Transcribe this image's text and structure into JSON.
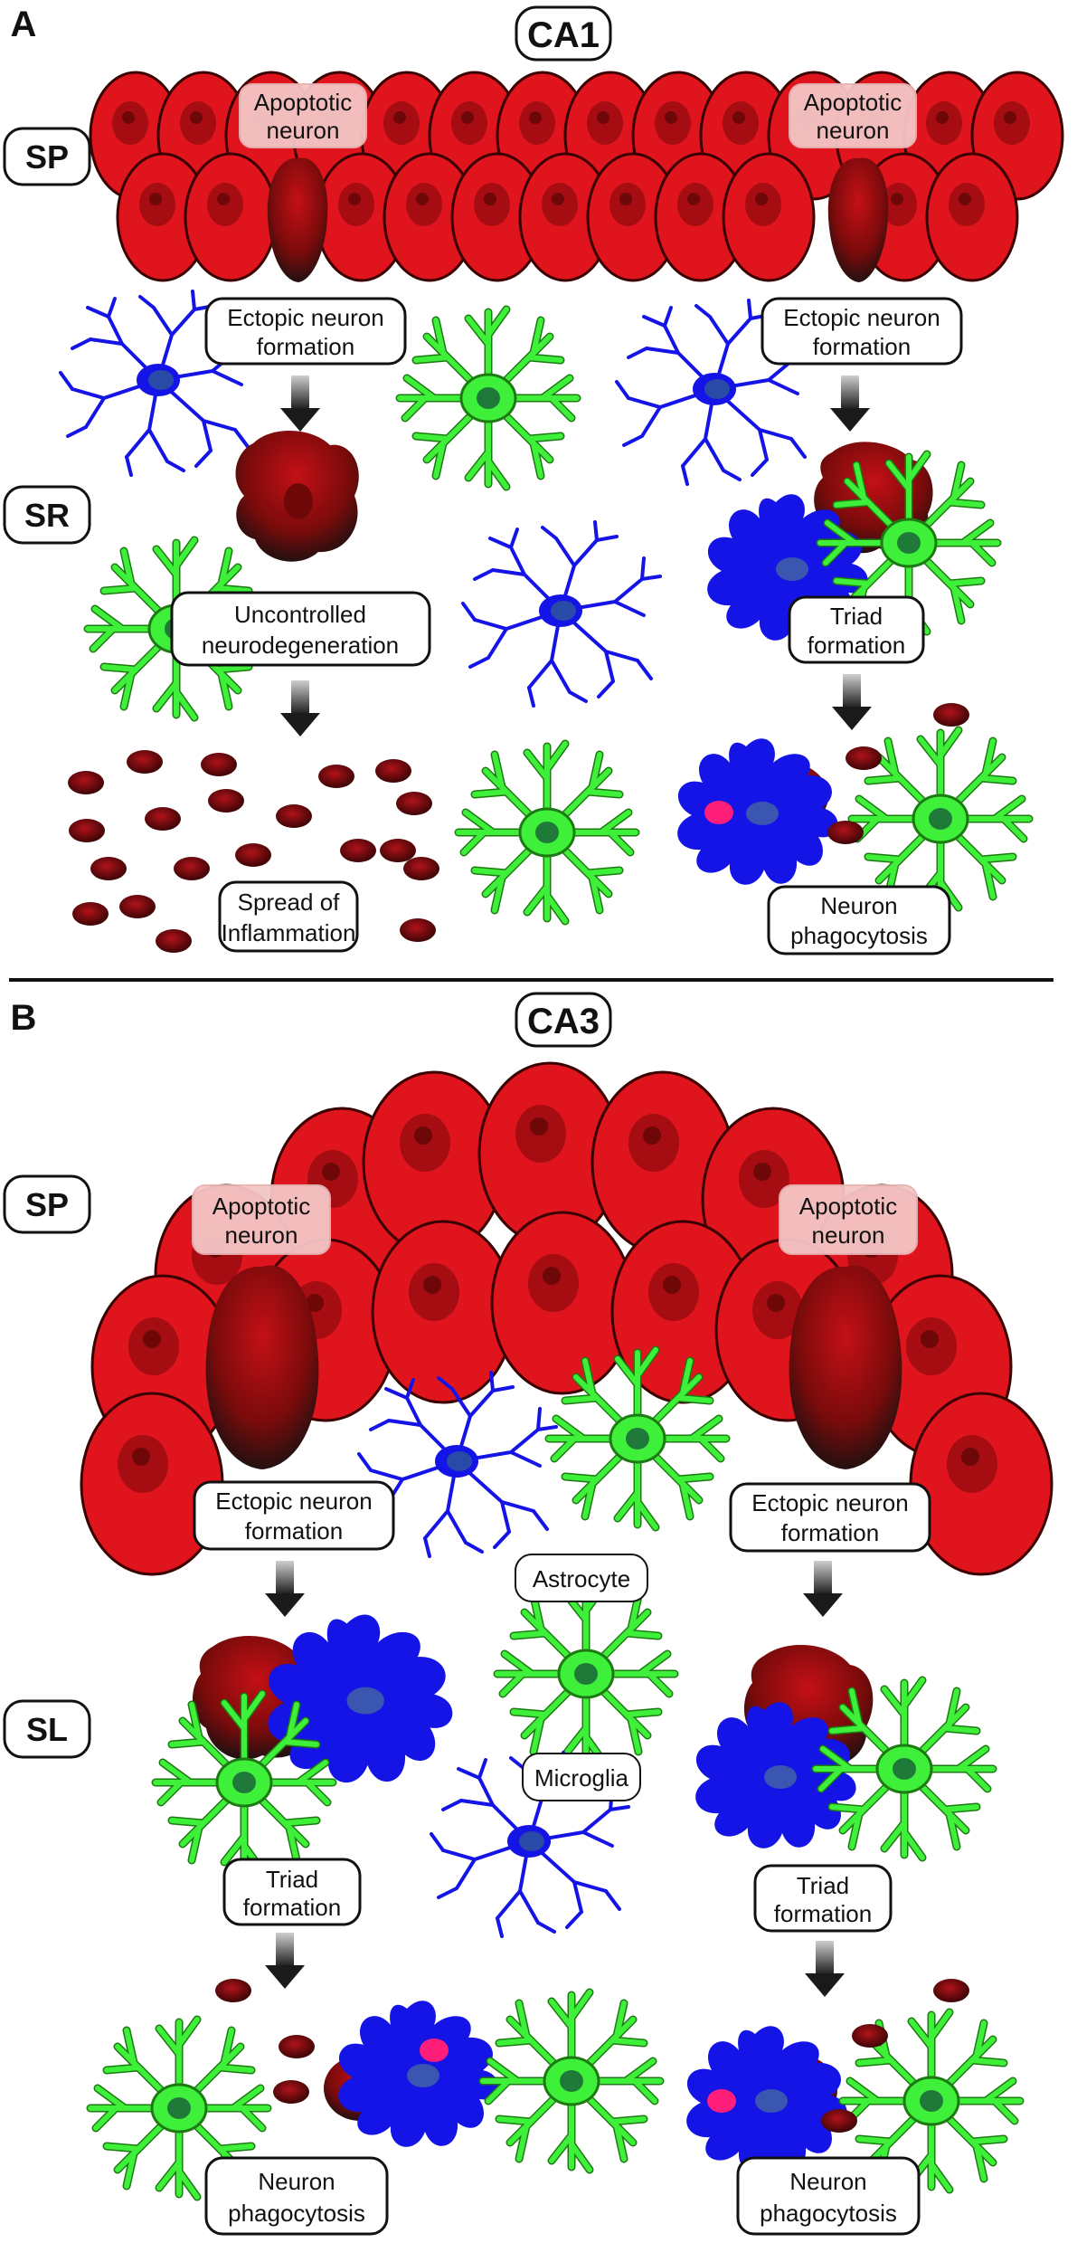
{
  "panelA": {
    "letter": "A",
    "title": "CA1",
    "region_sp": "SP",
    "region_sr": "SR",
    "apoptotic_left": [
      "Apoptotic",
      "neuron"
    ],
    "apoptotic_right": [
      "Apoptotic",
      "neuron"
    ],
    "ectopic_left": [
      "Ectopic neuron",
      "formation"
    ],
    "ectopic_right": [
      "Ectopic neuron",
      "formation"
    ],
    "uncontrolled": [
      "Uncontrolled",
      "neurodegeneration"
    ],
    "triad": [
      "Triad",
      "formation"
    ],
    "spread": [
      "Spread of",
      "Inflammation"
    ],
    "phago": [
      "Neuron",
      "phagocytosis"
    ]
  },
  "panelB": {
    "letter": "B",
    "title": "CA3",
    "region_sp": "SP",
    "region_sl": "SL",
    "apoptotic_left": [
      "Apoptotic",
      "neuron"
    ],
    "apoptotic_right": [
      "Apoptotic",
      "neuron"
    ],
    "ectopic_left": [
      "Ectopic neuron",
      "formation"
    ],
    "ectopic_right": [
      "Ectopic neuron",
      "formation"
    ],
    "astrocyte": "Astrocyte",
    "microglia": "Microglia",
    "triad_left": [
      "Triad",
      "formation"
    ],
    "triad_right": [
      "Triad",
      "formation"
    ],
    "phago_left": [
      "Neuron",
      "phagocytosis"
    ],
    "phago_right": [
      "Neuron",
      "phagocytosis"
    ]
  },
  "colors": {
    "neuron": "#e0141c",
    "neuron_dark": "#8a0a0a",
    "astrocyte": "#3ef03a",
    "microglia": "#1414e6",
    "debris": "#7a0b0b",
    "lysosome": "#ff1e7a"
  }
}
